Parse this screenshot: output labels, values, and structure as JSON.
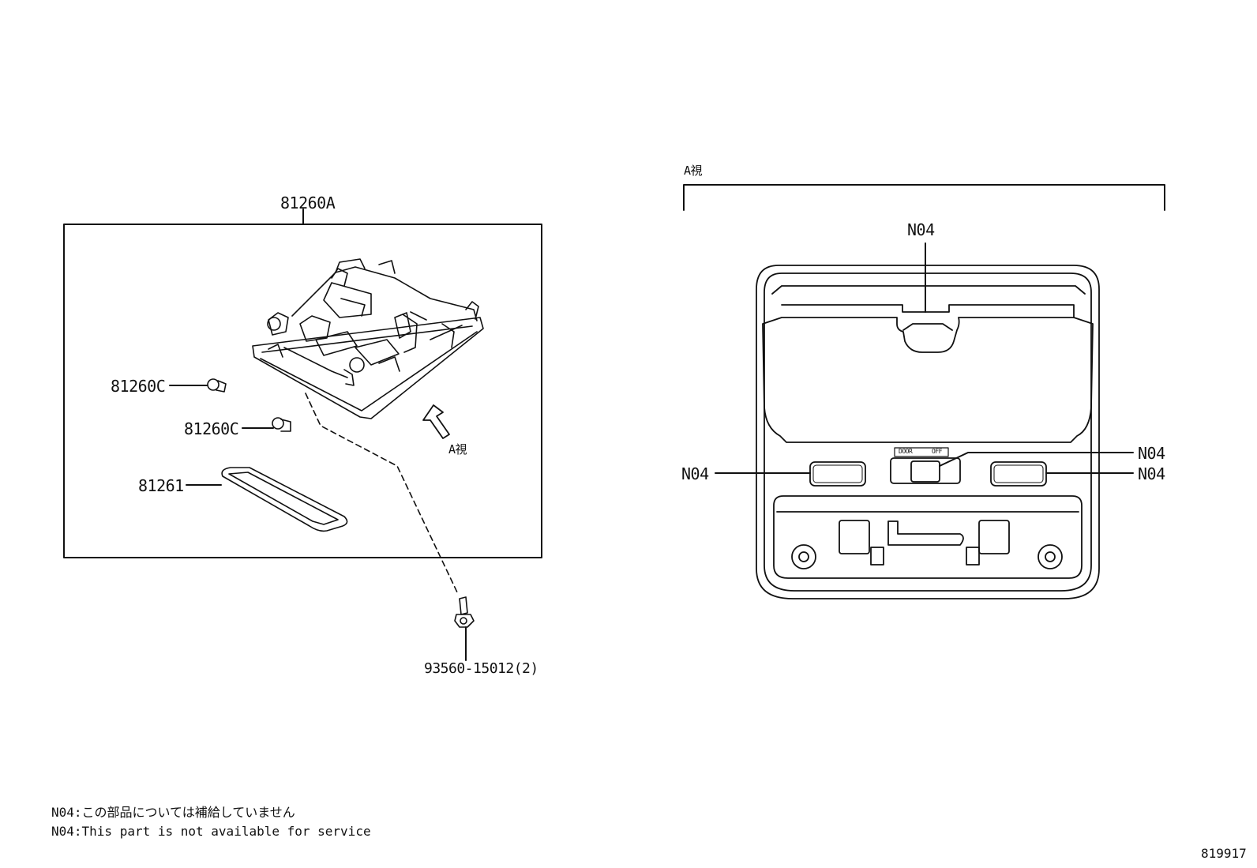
{
  "left_view": {
    "assembly_label": "81260A",
    "bulb_label_1": "81260C",
    "bulb_label_2": "81260C",
    "lens_label": "81261",
    "screw_label": "93560-15012(2)",
    "view_arrow_label": "A視"
  },
  "right_view": {
    "view_title": "A視",
    "n04_top": "N04",
    "n04_left": "N04",
    "n04_right_upper": "N04",
    "n04_right_lower": "N04",
    "switch_door_text": "DOOR",
    "switch_off_text": "OFF"
  },
  "notes": {
    "line_jp": "N04:この部品については補給していません",
    "line_en": "N04:This part is not available for service"
  },
  "diagram_id": "819917"
}
